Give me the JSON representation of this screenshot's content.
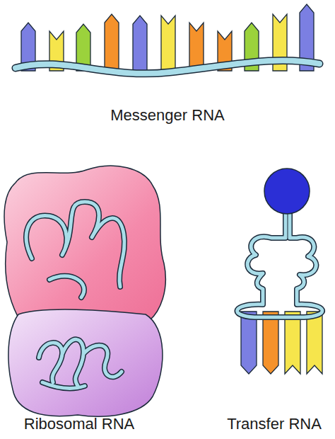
{
  "diagram": {
    "labels": [
      "Messenger RNA",
      "Ribosomal RNA",
      "Transfer RNA"
    ]
  }
}
